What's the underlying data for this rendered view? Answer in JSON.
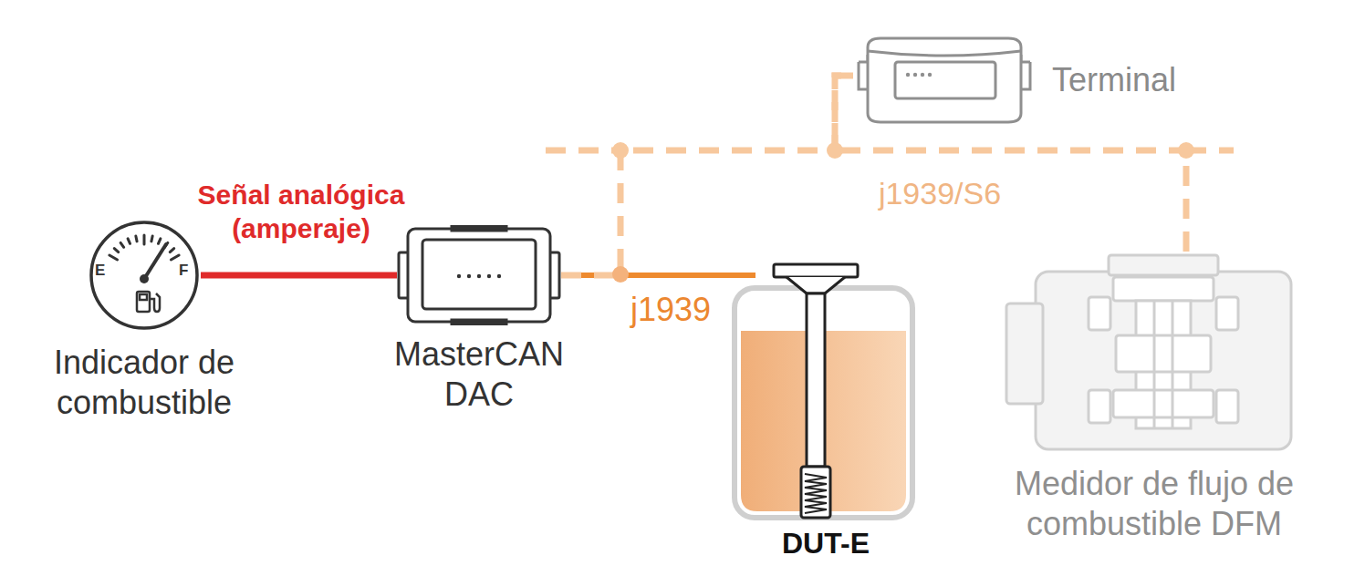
{
  "diagram": {
    "nodes": [
      {
        "text": [
          "Indicador de combustible"
        ]
      },
      {
        "text": [
          "MasterCAN DAC"
        ]
      },
      {
        "text": [
          "DUT-E"
        ]
      },
      {
        "text": [
          "Terminal"
        ]
      },
      {
        "text": [
          "Medidor de flujo de combustible DFM"
        ]
      }
    ],
    "edges": [
      {
        "from": 0,
        "to": 1,
        "arrow": "none",
        "label": "Señal analógica (amperaje)"
      },
      {
        "from": 1,
        "to": 2,
        "arrow": "none",
        "label": "j1939"
      },
      {
        "from": 1,
        "to": 3,
        "arrow": "none"
      },
      {
        "from": 3,
        "to": 4,
        "arrow": "none",
        "label": "j1939/S6"
      }
    ],
    "labels": [
      "E",
      "F"
    ]
  }
}
